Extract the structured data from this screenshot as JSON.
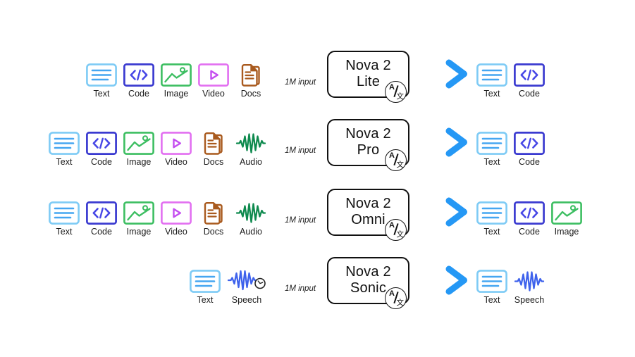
{
  "diagram": {
    "input_label": "1M input",
    "badge_a": "A",
    "badge_char": "文",
    "rows": [
      {
        "model_line1": "Nova 2",
        "model_line2": "Lite",
        "inputs": [
          {
            "type": "text",
            "label": "Text"
          },
          {
            "type": "code",
            "label": "Code"
          },
          {
            "type": "image",
            "label": "Image"
          },
          {
            "type": "video",
            "label": "Video"
          },
          {
            "type": "docs",
            "label": "Docs"
          }
        ],
        "outputs": [
          {
            "type": "text",
            "label": "Text"
          },
          {
            "type": "code",
            "label": "Code"
          }
        ]
      },
      {
        "model_line1": "Nova 2",
        "model_line2": "Pro",
        "inputs": [
          {
            "type": "text",
            "label": "Text"
          },
          {
            "type": "code",
            "label": "Code"
          },
          {
            "type": "image",
            "label": "Image"
          },
          {
            "type": "video",
            "label": "Video"
          },
          {
            "type": "docs",
            "label": "Docs"
          },
          {
            "type": "audio",
            "label": "Audio"
          }
        ],
        "outputs": [
          {
            "type": "text",
            "label": "Text"
          },
          {
            "type": "code",
            "label": "Code"
          }
        ]
      },
      {
        "model_line1": "Nova 2",
        "model_line2": "Omni",
        "inputs": [
          {
            "type": "text",
            "label": "Text"
          },
          {
            "type": "code",
            "label": "Code"
          },
          {
            "type": "image",
            "label": "Image"
          },
          {
            "type": "video",
            "label": "Video"
          },
          {
            "type": "docs",
            "label": "Docs"
          },
          {
            "type": "audio",
            "label": "Audio"
          }
        ],
        "outputs": [
          {
            "type": "text",
            "label": "Text"
          },
          {
            "type": "code",
            "label": "Code"
          },
          {
            "type": "image",
            "label": "Image"
          }
        ]
      },
      {
        "model_line1": "Nova 2",
        "model_line2": "Sonic",
        "inputs": [
          {
            "type": "text",
            "label": "Text"
          },
          {
            "type": "speech-timed",
            "label": "Speech"
          }
        ],
        "outputs": [
          {
            "type": "text",
            "label": "Text"
          },
          {
            "type": "speech",
            "label": "Speech"
          }
        ]
      }
    ]
  },
  "colors": {
    "text_border": "#7ECBF5",
    "text_lines": "#45A6F1",
    "code_border": "#3A3AD0",
    "code_glyph": "#4747E6",
    "image_green": "#3CBE61",
    "video_border": "#E26FF1",
    "video_play": "#C44DF0",
    "docs_brown": "#A95A1E",
    "audio_green": "#0E8A4E",
    "speech_blue": "#3E62EC",
    "clock_black": "#222222",
    "line_grad_light": "#B0DBF8",
    "line_grad_dark": "#47A5F1",
    "arrow_shaft_light": "#9CCDF4",
    "arrow_shaft_dark": "#3FA2F3",
    "arrow_head": "#2598F5",
    "box_border": "#111111"
  }
}
